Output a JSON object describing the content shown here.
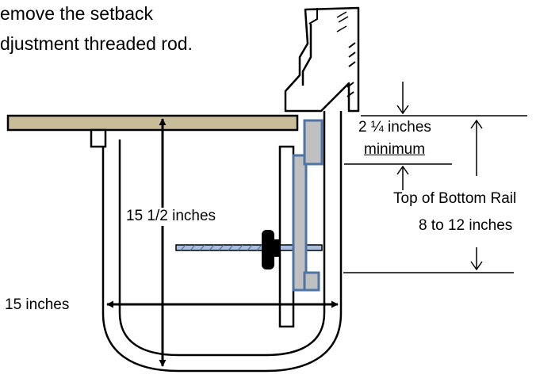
{
  "instruction_lines": [
    "emove the setback",
    "djustment threaded rod."
  ],
  "labels": {
    "total_depth": "15 1/2 inches",
    "width": "15 inches",
    "setback_amount": "2 ¼ inches",
    "setback_qualifier": "minimum",
    "rail_title": "Top of Bottom Rail",
    "rail_range": "8 to 12 inches"
  },
  "colors": {
    "shelf_fill": "#c9bc98",
    "bracket_fill": "#c0c0c0",
    "bracket_stroke": "#4e73a6",
    "rod_fill": "#a9bedc",
    "knob": "#000000",
    "line": "#000000"
  }
}
